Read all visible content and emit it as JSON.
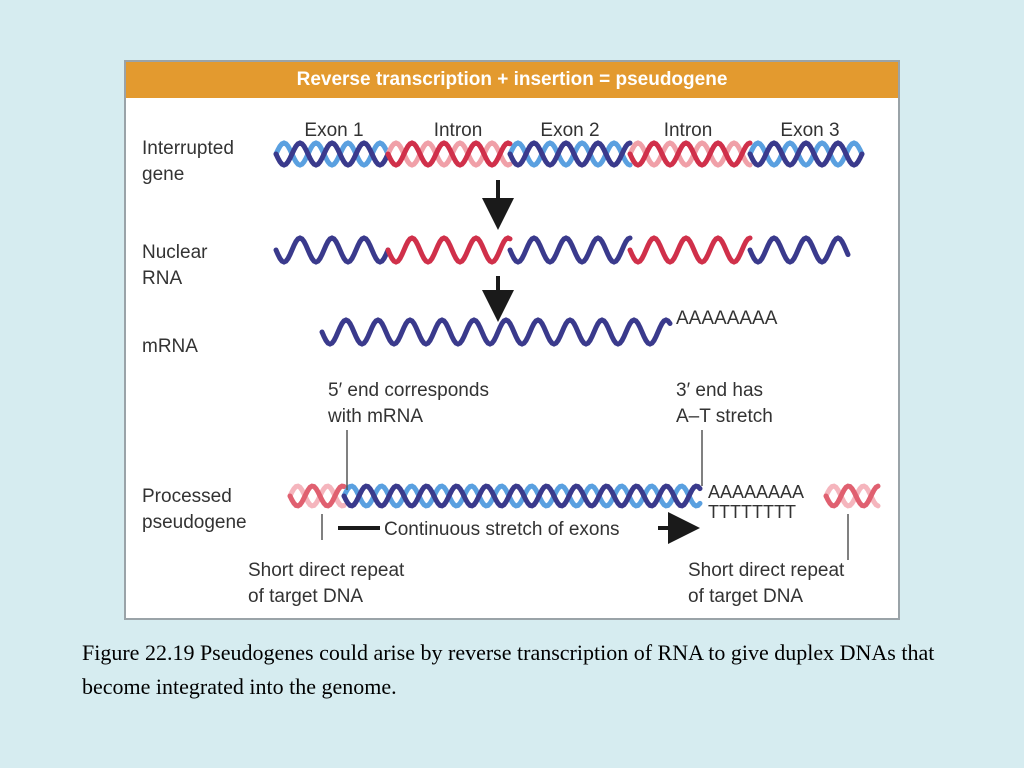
{
  "title": "Reverse transcription + insertion = pseudogene",
  "colors": {
    "title_bar": "#e39a2f",
    "exon_dark": "#3a3a8c",
    "exon_light": "#5aa0e0",
    "intron_dark": "#d0304a",
    "intron_light": "#f0a0a8",
    "repeat_dark": "#e06070",
    "repeat_light": "#f5b5bd",
    "arrow": "#1a1a1a"
  },
  "labels": {
    "interrupted_gene": [
      "Interrupted",
      "gene"
    ],
    "nuclear_rna": [
      "Nuclear",
      "RNA"
    ],
    "mrna": "mRNA",
    "processed_pseudogene": [
      "Processed",
      "pseudogene"
    ],
    "segments": [
      "Exon 1",
      "Intron",
      "Exon 2",
      "Intron",
      "Exon 3"
    ],
    "poly_a": "AAAAAAAA",
    "poly_a_pseudo": "AAAAAAAA",
    "poly_t": "TTTTTTTT",
    "five_prime_note": [
      "5′ end corresponds",
      "with mRNA"
    ],
    "three_prime_note": [
      "3′ end has",
      "A–T stretch"
    ],
    "continuous": "Continuous stretch of exons",
    "repeat_left": [
      "Short direct repeat",
      "of target DNA"
    ],
    "repeat_right": [
      "Short direct repeat",
      "of target DNA"
    ]
  },
  "caption": "Figure 22.19  Pseudogenes could arise by reverse transcription of RNA to give duplex DNAs that become integrated into the genome."
}
